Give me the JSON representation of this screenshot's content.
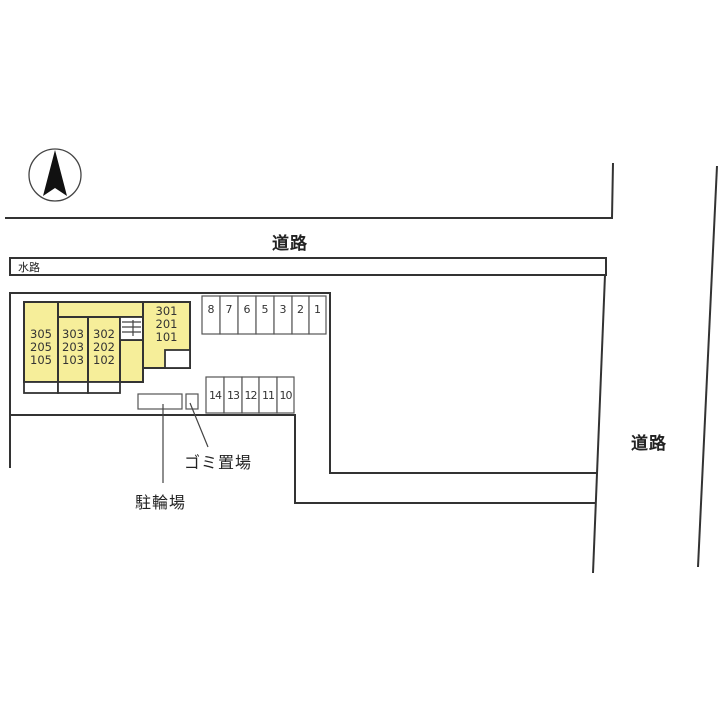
{
  "map": {
    "roads": {
      "north_label": "道路",
      "east_label": "道路"
    },
    "waterway_label": "水路",
    "compass": {
      "icon": "north-arrow-icon"
    },
    "building": {
      "color": "#f6ee9a",
      "units": [
        {
          "stack": [
            "305",
            "205",
            "105"
          ]
        },
        {
          "stack": [
            "303",
            "203",
            "103"
          ]
        },
        {
          "stack": [
            "302",
            "202",
            "102"
          ]
        },
        {
          "stack": [
            "301",
            "201",
            "101"
          ]
        }
      ]
    },
    "parking_top": [
      "8",
      "7",
      "6",
      "5",
      "3",
      "2",
      "1"
    ],
    "parking_bottom": [
      "14",
      "13",
      "12",
      "11",
      "10"
    ],
    "features": {
      "garbage_label": "ゴミ置場",
      "bicycle_label": "駐輪場"
    }
  }
}
